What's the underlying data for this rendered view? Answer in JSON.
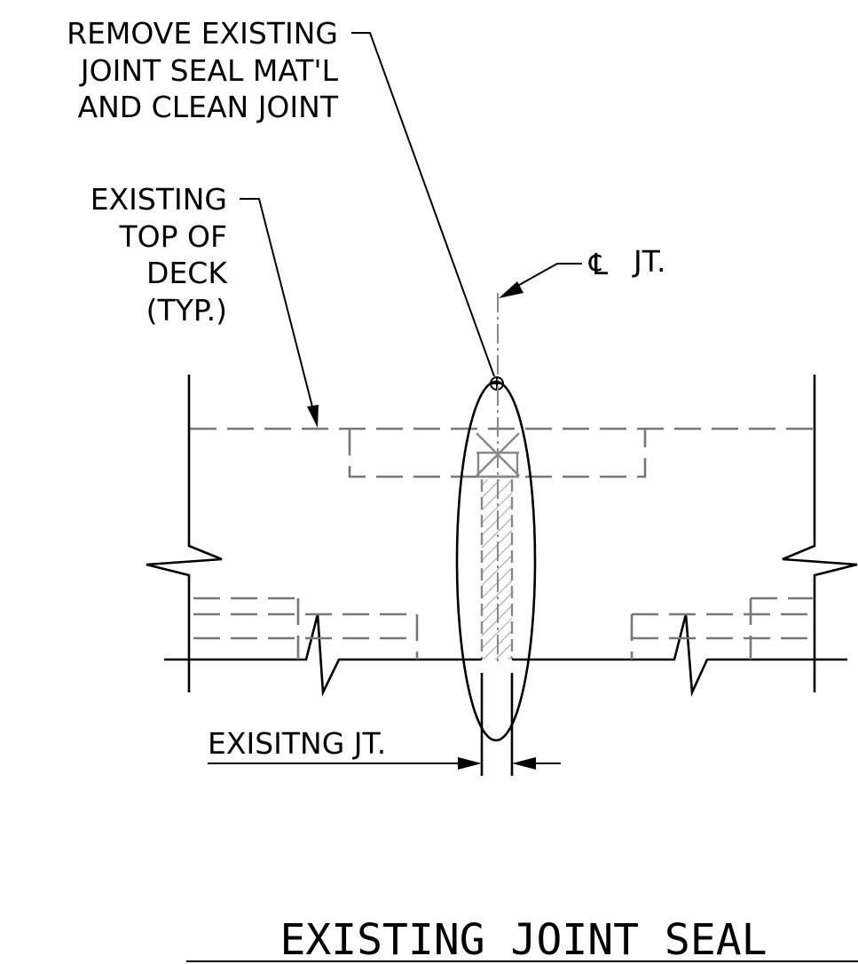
{
  "labels": {
    "remove_line1": "REMOVE EXISTING",
    "remove_line2": "JOINT SEAL MAT'L",
    "remove_line3": "AND CLEAN JOINT",
    "deck_line1": "EXISTING",
    "deck_line2": "TOP OF",
    "deck_line3": "DECK",
    "deck_line4": "(TYP.)",
    "centerline_symbol": "℄",
    "centerline_text": "JT.",
    "existing_joint": "EXISITNG JT."
  },
  "title": "EXISTING JOINT SEAL",
  "colors": {
    "line": "#000000",
    "hidden": "#777777"
  }
}
